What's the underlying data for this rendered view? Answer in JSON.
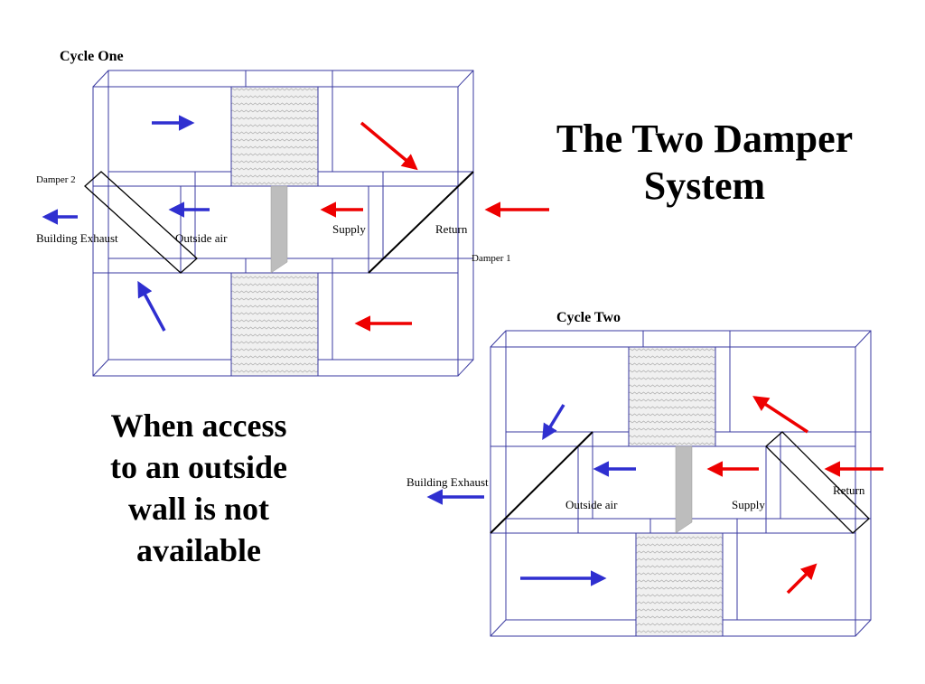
{
  "slide": {
    "title_line1": "The Two Damper",
    "title_line2": "System",
    "subtitle_line1": "When access",
    "subtitle_line2": "to an outside",
    "subtitle_line3": "wall is not",
    "subtitle_line4": "available"
  },
  "cycle_one": {
    "heading": "Cycle One",
    "damper2": "Damper 2",
    "damper1": "Damper 1",
    "building_exhaust": "Building Exhaust",
    "outside_air": "Outside air",
    "supply": "Supply",
    "return": "Return"
  },
  "cycle_two": {
    "heading": "Cycle Two",
    "building_exhaust": "Building Exhaust",
    "outside_air": "Outside air",
    "supply": "Supply",
    "return": "Return"
  },
  "colors": {
    "box_lines": "#3a3aa0",
    "blue_arrow": "#2f2fd0",
    "red_arrow": "#ee0000",
    "wheel_fill": "#e8e8e8",
    "shaft": "#bdbdbd"
  }
}
